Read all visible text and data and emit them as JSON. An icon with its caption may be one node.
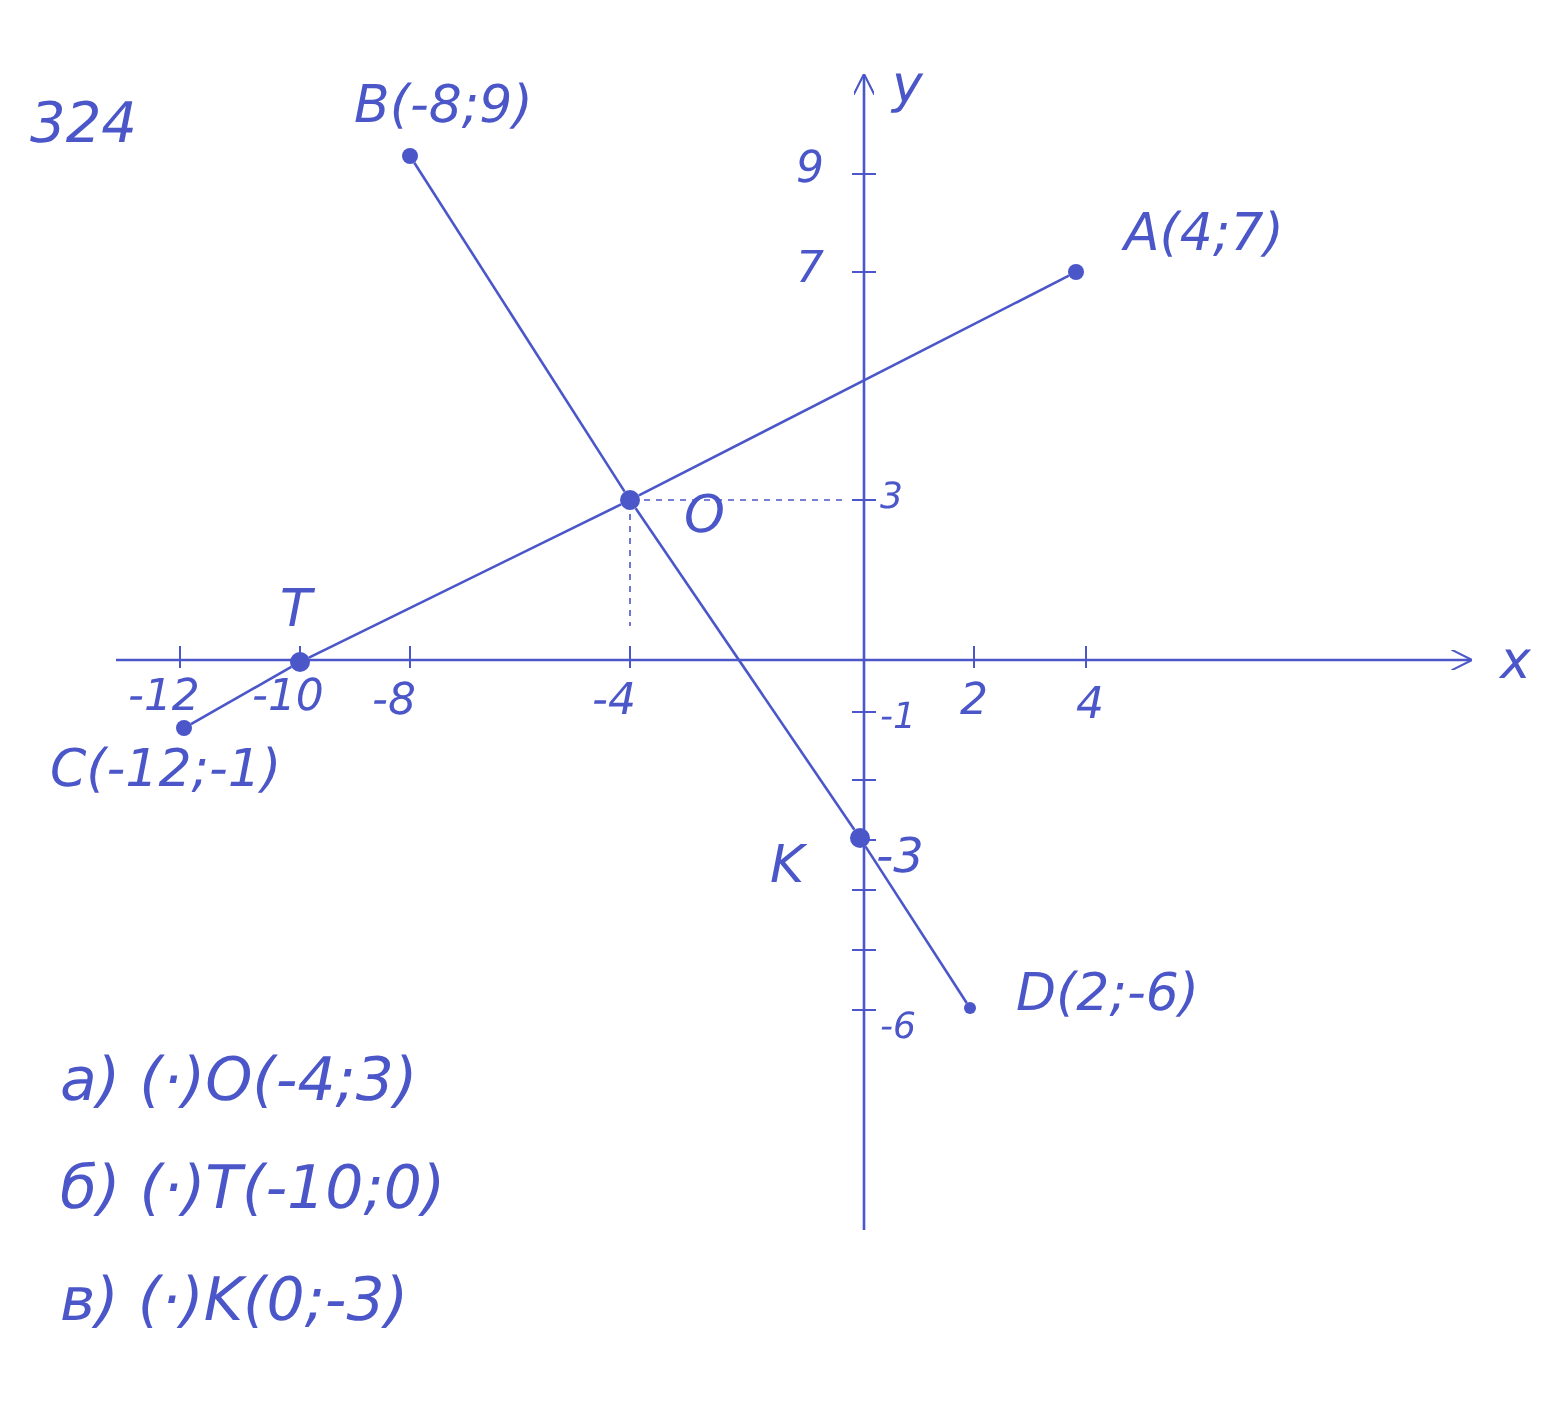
{
  "diagram": {
    "nodes": [
      {
        "text": [],
        "shape": "circle",
        "beside": [
          "B(-8;9)"
        ]
      },
      {
        "text": [],
        "shape": "circle",
        "beside": [
          "A(4;7)"
        ]
      },
      {
        "text": [],
        "shape": "circle",
        "beside": [
          "O"
        ]
      },
      {
        "text": [],
        "shape": "circle",
        "beside": [
          "T"
        ]
      },
      {
        "text": [],
        "shape": "circle",
        "beside": [
          "C(-12;-1)"
        ]
      },
      {
        "text": [],
        "shape": "circle",
        "beside": [
          "K"
        ]
      },
      {
        "text": [],
        "shape": "circle",
        "beside": [
          "D(2;-6)"
        ]
      }
    ],
    "edges": [
      {
        "from": 4,
        "to": 3,
        "arrow": "none"
      },
      {
        "from": 3,
        "to": 2,
        "arrow": "none"
      },
      {
        "from": 2,
        "to": 1,
        "arrow": "none"
      },
      {
        "from": 0,
        "to": 2,
        "arrow": "none"
      },
      {
        "from": 2,
        "to": 5,
        "arrow": "none"
      },
      {
        "from": 5,
        "to": 6,
        "arrow": "none"
      }
    ],
    "labels": [
      "324",
      "y",
      "9",
      "7",
      "3",
      "x",
      "-12",
      "-10",
      "-8",
      "-4",
      "-1",
      "2",
      "4",
      "-3",
      "-6",
      "а) (·)O(-4;3)",
      "б) (·)T(-10;0)",
      "в) (·)K(0;-3)"
    ]
  }
}
